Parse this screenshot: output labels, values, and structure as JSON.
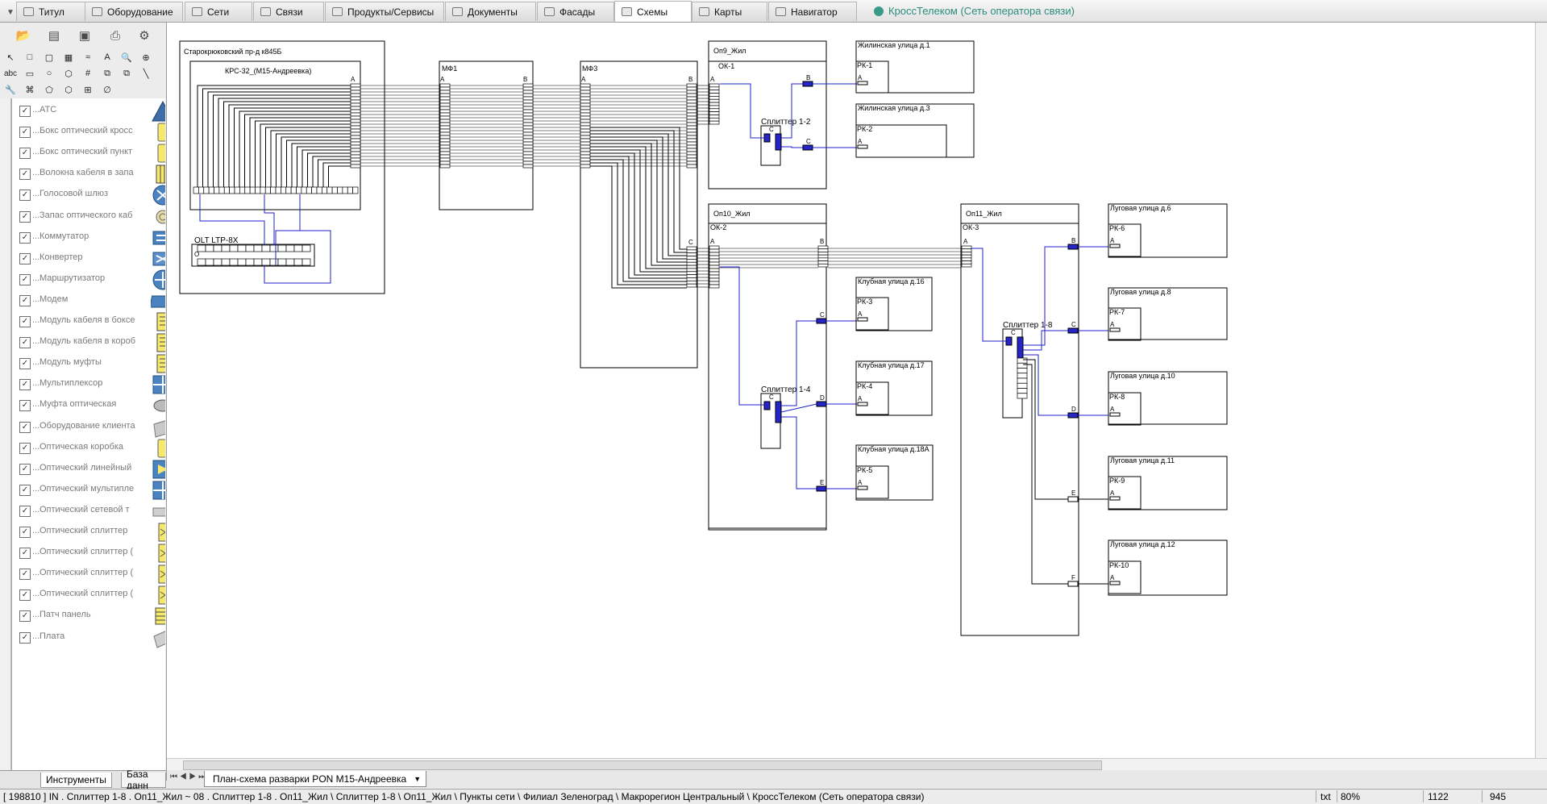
{
  "tabs": [
    {
      "label": "Титул",
      "active": false
    },
    {
      "label": "Оборудование",
      "active": false
    },
    {
      "label": "Сети",
      "active": false
    },
    {
      "label": "Связи",
      "active": false
    },
    {
      "label": "Продукты/Сервисы",
      "active": false
    },
    {
      "label": "Документы",
      "active": false
    },
    {
      "label": "Фасады",
      "active": false
    },
    {
      "label": "Схемы",
      "active": true
    },
    {
      "label": "Карты",
      "active": false
    },
    {
      "label": "Навигатор",
      "active": false
    }
  ],
  "network_label": "КроссТелеком (Сеть оператора связи)",
  "toolbar": {
    "icons": [
      "open-folder-icon",
      "notebook-icon",
      "save-icon",
      "print-icon",
      "settings-gear-icon"
    ],
    "tools": [
      "pointer-icon",
      "rectangle-icon",
      "rounded-rect-icon",
      "layers-icon",
      "zigzag-icon",
      "text-tool-icon",
      "zoom-out-icon",
      "zoom-in-icon",
      "abc-icon",
      "rounded-box-icon",
      "circle-icon",
      "polygon-icon",
      "grid-icon",
      "copy-icon",
      "line-icon",
      "wrench-icon",
      "connector-icon",
      "pentagon-icon",
      "hexagon-icon",
      "grid2-icon",
      "empty-set-icon"
    ],
    "text_tool_label": "abc"
  },
  "library": [
    {
      "label": "АТС",
      "icon": "ats-icon"
    },
    {
      "label": "Бокс оптический кросс",
      "icon": "yellow-box-icon"
    },
    {
      "label": "Бокс оптический пункт",
      "icon": "yellow-box-icon"
    },
    {
      "label": "Волокна кабеля в запа",
      "icon": "fiber-reserve-icon"
    },
    {
      "label": "Голосовой шлюз",
      "icon": "voice-gateway-icon"
    },
    {
      "label": "Запас оптического каб",
      "icon": "cable-coil-icon"
    },
    {
      "label": "Коммутатор",
      "icon": "switch-icon"
    },
    {
      "label": "Конвертер",
      "icon": "converter-icon"
    },
    {
      "label": "Маршрутизатор",
      "icon": "router-icon"
    },
    {
      "label": "Модем",
      "icon": "modem-icon"
    },
    {
      "label": "Модуль кабеля в боксе",
      "icon": "module-icon"
    },
    {
      "label": "Модуль кабеля в короб",
      "icon": "module-icon"
    },
    {
      "label": "Модуль муфты",
      "icon": "module-icon"
    },
    {
      "label": "Мультиплексор",
      "icon": "multiplexer-icon"
    },
    {
      "label": "Муфта оптическая",
      "icon": "coupling-icon"
    },
    {
      "label": "Оборудование клиента",
      "icon": "client-equipment-icon"
    },
    {
      "label": "Оптическая коробка",
      "icon": "yellow-box-icon"
    },
    {
      "label": "Оптический линейный",
      "icon": "optical-line-icon"
    },
    {
      "label": "Оптический мультипле",
      "icon": "multiplexer-icon"
    },
    {
      "label": "Оптический сетевой т",
      "icon": "ont-icon"
    },
    {
      "label": "Оптический сплиттер",
      "icon": "splitter-icon"
    },
    {
      "label": "Оптический сплиттер (",
      "icon": "splitter-icon"
    },
    {
      "label": "Оптический сплиттер (",
      "icon": "splitter-icon"
    },
    {
      "label": "Оптический сплиттер (",
      "icon": "splitter-icon"
    },
    {
      "label": "Патч панель",
      "icon": "patch-panel-icon"
    },
    {
      "label": "Плата",
      "icon": "board-icon"
    }
  ],
  "bottom_tabs": [
    "Инструменты",
    "База данн"
  ],
  "sheet_tab": "План-схема разварки PON М15-Андреевка",
  "status": {
    "path": "[ 198810 ] IN . Сплиттер 1-8 . Оп11_Жил ~ 08 . Сплиттер 1-8 . Оп11_Жил \\ Сплиттер 1-8 \\ Оп11_Жил \\ Пункты сети \\ Филиал Зеленоград \\ Макрорегион Центральный \\ КроссТелеком (Сеть оператора связи)",
    "mode": "txt",
    "zoom": "80%",
    "x": "1122",
    "y": "945"
  },
  "diagram": {
    "site_label": "Старокрюковский пр-д к845Б",
    "krs_label": "КРС-32_(М15-Андреевка)",
    "olt_label": "OLT LTP-8X",
    "olt_port": "O",
    "mf1": "МФ1",
    "mf3": "МФ3",
    "op9": "Оп9_Жил",
    "op10": "Оп10_Жил",
    "op11": "Оп11_Жил",
    "ok1": "ОК-1",
    "ok2": "ОК-2",
    "ok3": "ОК-3",
    "spl12": "Сплиттер 1-2",
    "spl14": "Сплиттер 1-4",
    "spl18": "Сплиттер 1-8",
    "buildings": [
      {
        "title": "Жилинская улица д.1",
        "rk": "РК-1"
      },
      {
        "title": "Жилинская улица д.3",
        "rk": "РК-2"
      },
      {
        "title": "Клубная улица д.16",
        "rk": "РК-3"
      },
      {
        "title": "Клубная улица д.17",
        "rk": "РК-4"
      },
      {
        "title": "Клубная улица д.18А",
        "rk": "РК-5"
      },
      {
        "title": "Луговая улица д.6",
        "rk": "РК-6"
      },
      {
        "title": "Луговая улица д.8",
        "rk": "РК-7"
      },
      {
        "title": "Луговая улица д.10",
        "rk": "РК-8"
      },
      {
        "title": "Луговая улица д.11",
        "rk": "РК-9"
      },
      {
        "title": "Луговая улица д.12",
        "rk": "РК-10"
      }
    ],
    "ports": {
      "a": "A",
      "b": "B",
      "c": "C",
      "d": "D",
      "e": "E",
      "f": "F"
    }
  }
}
